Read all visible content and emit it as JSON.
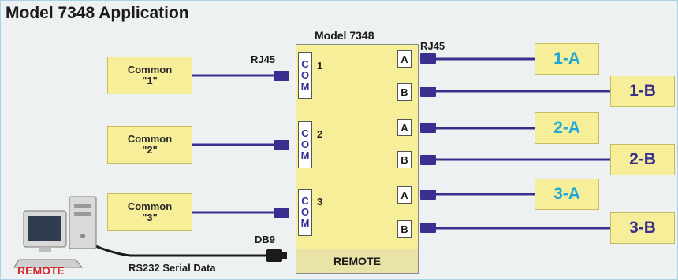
{
  "title": "Model 7348 Application",
  "device": {
    "name": "Model 7348",
    "remote_label": "REMOTE"
  },
  "commons": [
    {
      "label": "Common",
      "sub": "\"1\""
    },
    {
      "label": "Common",
      "sub": "\"2\""
    },
    {
      "label": "Common",
      "sub": "\"3\""
    }
  ],
  "channels": [
    {
      "com": [
        "C",
        "O",
        "M"
      ],
      "number": "1",
      "port_a": "A",
      "port_b": "B",
      "dest_a": "1-A",
      "dest_b": "1-B"
    },
    {
      "com": [
        "C",
        "O",
        "M"
      ],
      "number": "2",
      "port_a": "A",
      "port_b": "B",
      "dest_a": "2-A",
      "dest_b": "2-B"
    },
    {
      "com": [
        "C",
        "O",
        "M"
      ],
      "number": "3",
      "port_a": "A",
      "port_b": "B",
      "dest_a": "3-A",
      "dest_b": "3-B"
    }
  ],
  "connector_labels": {
    "left": "RJ45",
    "right": "RJ45",
    "serial": "DB9"
  },
  "serial_label": "RS232 Serial Data",
  "pc_label": "REMOTE",
  "colors": {
    "wire": "#3a2f8f",
    "box_fill": "#f7ee99",
    "dest_a_text": "#22a7d8",
    "dest_b_text": "#3a2f8f",
    "pc_label": "#d6252b",
    "frame_border": "#a9d3e6"
  }
}
